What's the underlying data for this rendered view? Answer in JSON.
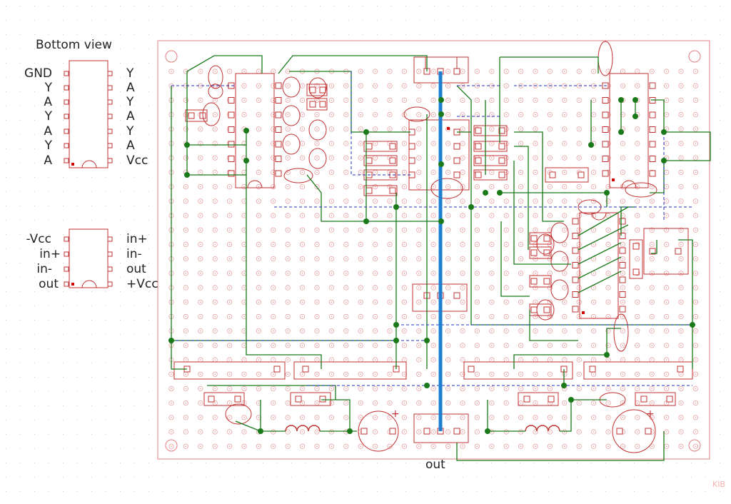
{
  "legend": {
    "title": "Bottom view",
    "ic14_left_pins": [
      "GND",
      "Y",
      "A",
      "Y",
      "A",
      "Y",
      "A"
    ],
    "ic14_right_pins": [
      "Y",
      "A",
      "Y",
      "A",
      "Y",
      "A",
      "Vcc"
    ],
    "ic8_left_pins": [
      "-Vcc",
      "in+",
      "in-",
      "out"
    ],
    "ic8_right_pins": [
      "in+",
      "in-",
      "out",
      "+Vcc"
    ]
  },
  "board": {
    "output_label": "out",
    "watermark": "KIB",
    "polarity_mark": "+"
  },
  "colors": {
    "grid_dot": "#cccccc",
    "board_outline": "#e08080",
    "hole": "#e8a0a0",
    "component": "#c03030",
    "wire": "#1a7a1a",
    "junction": "#1a7a1a",
    "link": "#2233bb",
    "output_bus": "#1e7fd0",
    "text": "#222222"
  }
}
